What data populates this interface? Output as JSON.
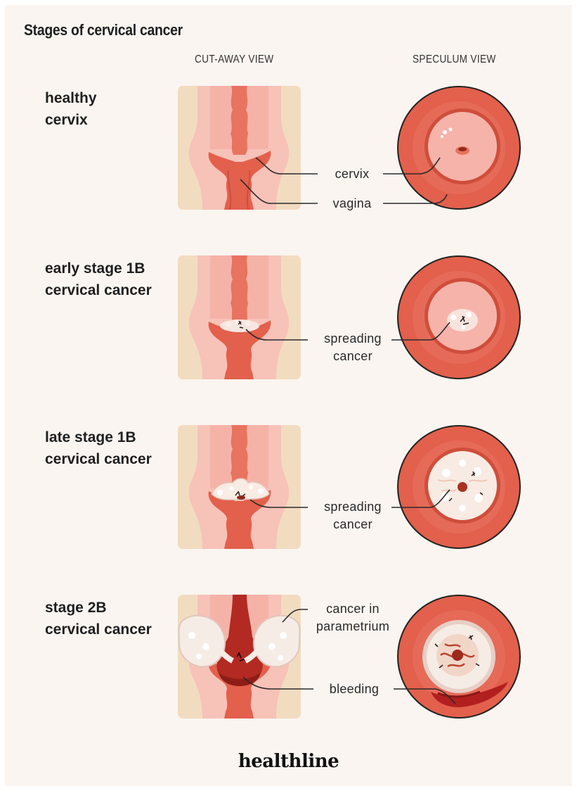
{
  "title": "Stages of cervical cancer",
  "columns": {
    "cutaway": "CUT-AWAY VIEW",
    "speculum": "SPECULUM VIEW"
  },
  "stages": [
    {
      "line1": "healthy",
      "line2": "cervix"
    },
    {
      "line1": "early stage 1B",
      "line2": "cervical cancer"
    },
    {
      "line1": "late stage 1B",
      "line2": "cervical cancer"
    },
    {
      "line1": "stage 2B",
      "line2": "cervical cancer"
    }
  ],
  "labels": {
    "cervix": "cervix",
    "vagina": "vagina",
    "spreading_1": {
      "line1": "spreading",
      "line2": "cancer"
    },
    "spreading_2": {
      "line1": "spreading",
      "line2": "cancer"
    },
    "parametrium": {
      "line1": "cancer in",
      "line2": "parametrium"
    },
    "bleeding": "bleeding"
  },
  "brand": "healthline",
  "colors": {
    "background": "#faf5f0",
    "tissue_light": "#f5b2a8",
    "tissue_mid": "#e8705e",
    "tissue_dark": "#d9543f",
    "tan": "#f2dcc0",
    "blood": "#a61d1d"
  }
}
